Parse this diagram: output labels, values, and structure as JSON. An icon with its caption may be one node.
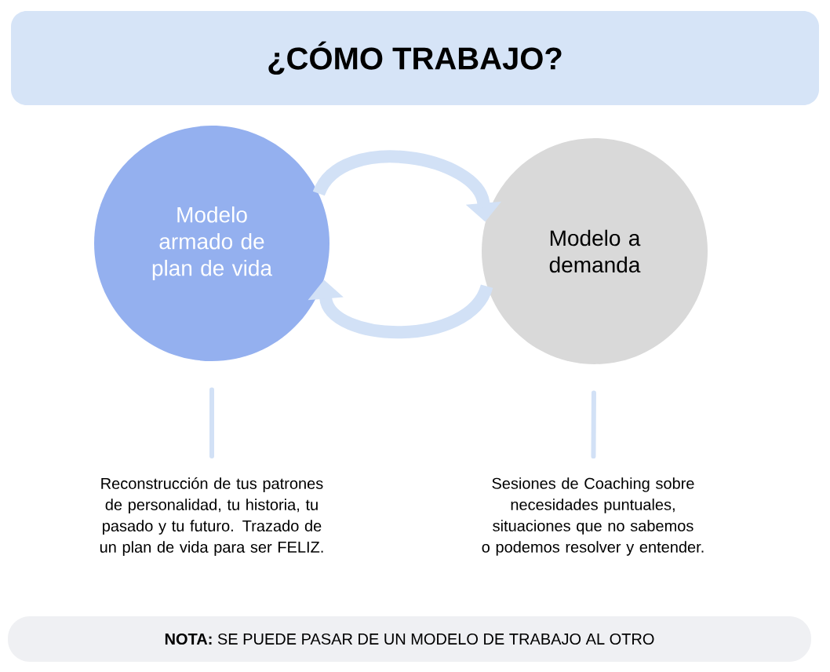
{
  "diagram": {
    "title": "¿CÓMO TRABAJO?",
    "nodes": [
      {
        "text": [
          "Modelo armado de plan de vida"
        ]
      },
      {
        "text": [
          "Modelo a demanda"
        ]
      },
      {
        "text": [
          "Reconstrucción de tus patrones de personalidad, tu historia, tu pasado y tu futuro. Trazado de un plan de vida para ser FELIZ."
        ]
      },
      {
        "text": [
          "Sesiones de Coaching sobre necesidades puntuales, situaciones que no sabemos o podemos resolver y entender."
        ]
      },
      {
        "text": [
          "**NOTA:** SE PUEDE PASAR DE UN MODELO DE TRABAJO AL OTRO"
        ]
      }
    ],
    "edges": [
      {
        "from": 0,
        "to": 1,
        "arrow": "to",
        "style": "thick"
      },
      {
        "from": 1,
        "to": 0,
        "arrow": "to",
        "style": "thick"
      },
      {
        "from": 0,
        "to": 2,
        "arrow": "none"
      },
      {
        "from": 1,
        "to": 3,
        "arrow": "none"
      }
    ]
  }
}
